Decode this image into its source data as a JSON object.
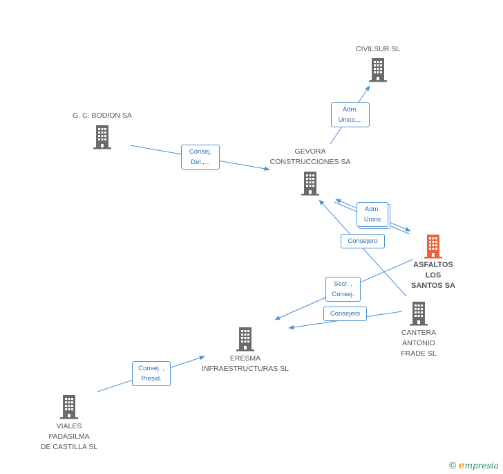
{
  "nodes": [
    {
      "id": "civilsur",
      "label": "CIVILSUR  SL",
      "highlight": false
    },
    {
      "id": "bodion",
      "label": "G. C. BODION SA",
      "highlight": false
    },
    {
      "id": "gevora",
      "label": "GEVORA\nCONSTRUCCIONES SA",
      "highlight": false
    },
    {
      "id": "asfaltos",
      "label": "ASFALTOS\nLOS\nSANTOS SA",
      "highlight": true
    },
    {
      "id": "cantera",
      "label": "CANTERA\nANTONIO\nFRADE SL",
      "highlight": false
    },
    {
      "id": "eresma",
      "label": "ERESMA\nINFRAESTRUCTURAS SL",
      "highlight": false
    },
    {
      "id": "viales",
      "label": "VIALES\nPADASILMA\nDE CASTILLA SL",
      "highlight": false
    }
  ],
  "edges": [
    {
      "id": "gevora-civilsur",
      "label": "Adm.\nUnico,..."
    },
    {
      "id": "bodion-gevora",
      "label": "Consej.\nDel.,..."
    },
    {
      "id": "gevora-asfaltos",
      "label": "Adm.\nUnico"
    },
    {
      "id": "cantera-gevora",
      "label": "Consejero"
    },
    {
      "id": "asfaltos-eresma",
      "label": "Secr. ,\nConsej."
    },
    {
      "id": "cantera-eresma",
      "label": "Consejero"
    },
    {
      "id": "viales-eresma",
      "label": "Consej. ,\nPresid."
    }
  ],
  "colors": {
    "edge": "#4a8fd8",
    "node_icon": "#6b6b6b",
    "focus_icon": "#f0623a",
    "brand": "#1c8c5a",
    "brand_accent": "#f29a1f"
  },
  "footer": {
    "copyright_symbol": "©",
    "brand_initial": "e",
    "brand_rest": "mpresia"
  }
}
